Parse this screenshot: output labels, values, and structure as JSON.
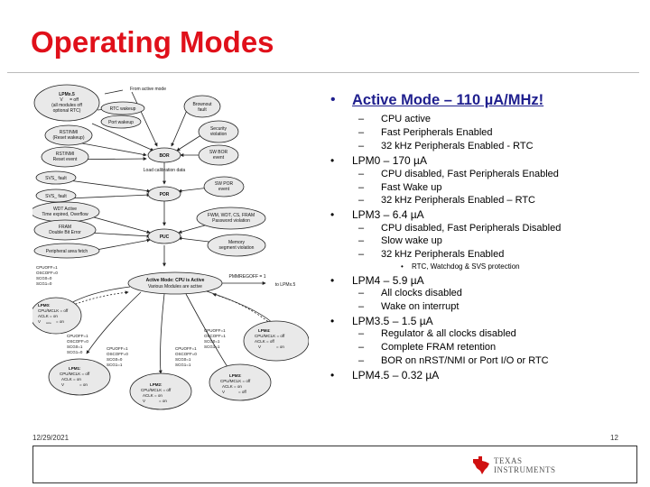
{
  "slide": {
    "title": "Operating Modes",
    "date": "12/29/2021",
    "page_number": "12",
    "accent_color": "#e0101a",
    "heading_color": "#1f1f8e"
  },
  "bullets": {
    "active": {
      "label": "Active Mode – 110 µA/MHz!",
      "subs": [
        "CPU active",
        "Fast Peripherals Enabled",
        "32 kHz Peripherals Enabled - RTC"
      ]
    },
    "lpm0": {
      "label": "LPM0 – 170 µA",
      "subs": [
        "CPU disabled, Fast Peripherals Enabled",
        "Fast Wake up",
        "32 kHz Peripherals Enabled – RTC"
      ]
    },
    "lpm3": {
      "label": "LPM3 – 6.4 µA",
      "subs": [
        "CPU disabled, Fast Peripherals Disabled",
        "Slow wake up",
        "32 kHz Peripherals Enabled"
      ],
      "sub_sub": "RTC, Watchdog & SVS protection"
    },
    "lpm4": {
      "label": "LPM4 – 5.9 µA",
      "subs": [
        "All clocks disabled",
        "Wake on interrupt"
      ]
    },
    "lpm35": {
      "label": "LPM3.5 – 1.5 µA",
      "subs": [
        "Regulator & all clocks disabled",
        "Complete FRAM retention",
        "BOR on nRST/NMI or Port I/O or RTC"
      ]
    },
    "lpm45": {
      "label": "LPM4.5 – 0.32 µA"
    }
  },
  "diagram": {
    "lpmx5": [
      "LPMx.5",
      "V",
      "= off",
      "(all modules off",
      "optional RTC)"
    ],
    "from_active": "From active mode",
    "rtc_wakeup": "RTC wakeup",
    "brownout": [
      "Brownout",
      "fault"
    ],
    "port_wakeup": "Port wakeup",
    "rst_nmi_reset": [
      "RST/NMI",
      "(Reset wakeup)"
    ],
    "security": [
      "Security",
      "violation"
    ],
    "rst_nmi_event": [
      "RST/NMI",
      "Reset event"
    ],
    "bor": "BOR",
    "sw_bor": [
      "SW BOR",
      "event"
    ],
    "load_cal": "Load calibration data",
    "svs_fault": "SVS_ fault",
    "sw_por": [
      "SW POR",
      "event"
    ],
    "svs_fault2": "SVS_ fault",
    "por": "POR",
    "wdt": [
      "WDT Active",
      "Time expired, Overflow"
    ],
    "fram_error": [
      "FRAM",
      "Double Bit Error"
    ],
    "puc": "PUC",
    "peripheral_area": "Peripheral area fetch",
    "fwm": [
      "FWM, WDT, CS, FRAM",
      "Password violation"
    ],
    "memory_seg": [
      "Memory",
      "segment violation"
    ],
    "cpuoff_left": [
      "CPUOFF=1",
      "OSCOFF=0",
      "SCG0=0",
      "SCG1=0"
    ],
    "active_mode": [
      "Active Mode: CPU is Active",
      "Various Modules are active"
    ],
    "pmmregoff": "PMMREGOFF = 1",
    "to_lpmx5": "to LPMx.5",
    "lpm0": [
      "LPM0:",
      "CPU/MCLK = off",
      "ACLK = on",
      "V",
      "= on"
    ],
    "lpm4": [
      "LPM4:",
      "CPU/MCLK = off",
      "ACLK = off",
      "V",
      "= on"
    ],
    "cpuoff_mid_left": [
      "CPUOFF=1",
      "OSCOFF=0",
      "SCG0=1",
      "SCG1=0"
    ],
    "cpuoff_mid_right": [
      "CPUOFF=1",
      "OSCOFF=1",
      "SCG0=1",
      "SCG1=1"
    ],
    "lpm1": [
      "LPM1:",
      "CPU/MCLK = off",
      "ACLK = on",
      "V",
      "= on"
    ],
    "cpuoff_b1": [
      "CPUOFF=1",
      "OSCOFF=0",
      "SCG0=0",
      "SCG1=1"
    ],
    "cpuoff_b2": [
      "CPUOFF=1",
      "OSCOFF=0",
      "SCG0=1",
      "SCG1=1"
    ],
    "lpm2": [
      "LPM2:",
      "CPU/MCLK = off",
      "ACLK = on",
      "V",
      "= on"
    ],
    "lpm3": [
      "LPM3:",
      "CPU/MCLK = off",
      "ACLK = on",
      "V",
      "= off"
    ],
    "sub_core": "core"
  },
  "logo": {
    "line1": "TEXAS",
    "line2": "INSTRUMENTS",
    "icon": "texas-state-icon"
  }
}
